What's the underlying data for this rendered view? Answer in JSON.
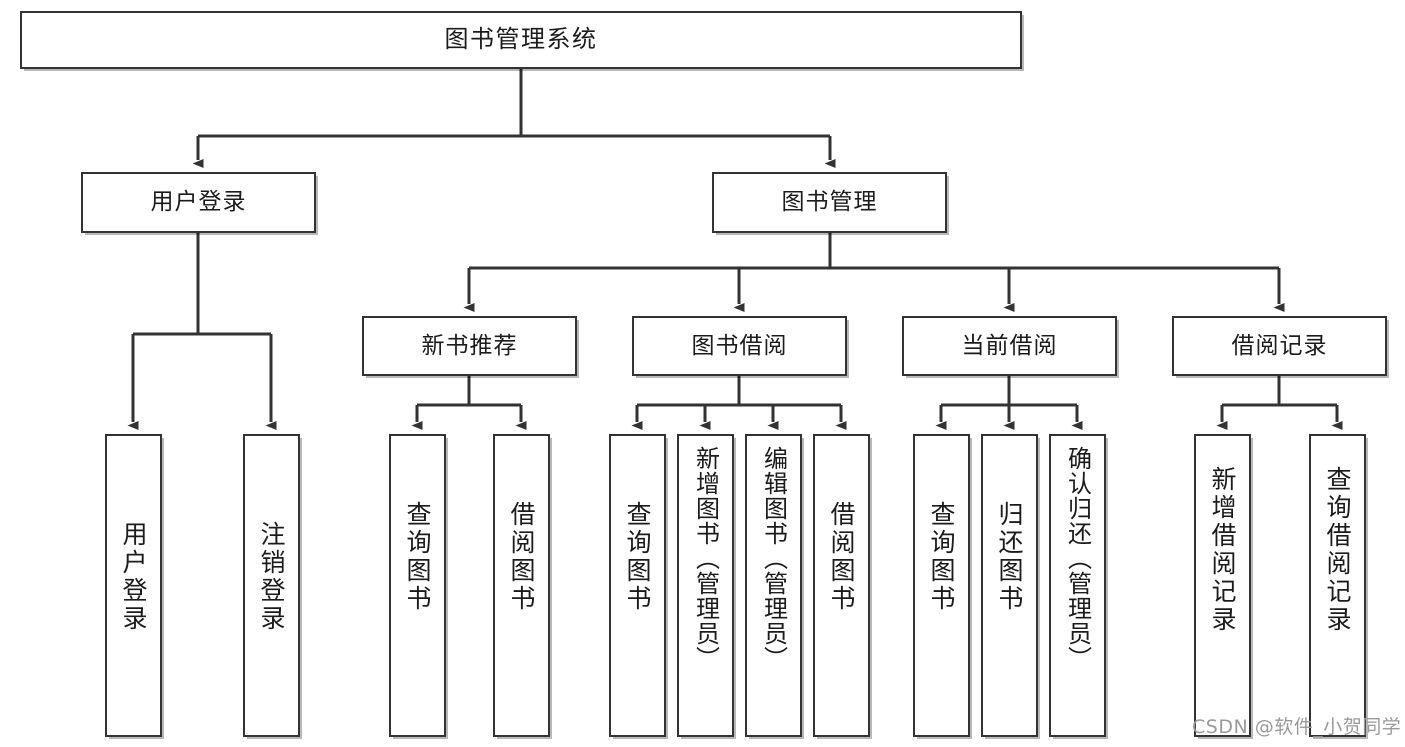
{
  "diagram": {
    "type": "tree-hierarchy",
    "title": "图书管理系统",
    "colors": {
      "box_border": "#333333",
      "box_fill": "#ffffff",
      "edge": "#333333",
      "text": "#1b1b1b",
      "watermark": "#9a9a9a"
    },
    "root": {
      "label": "图书管理系统"
    },
    "level2": [
      {
        "id": "user-login",
        "label": "用户登录"
      },
      {
        "id": "book-management",
        "label": "图书管理"
      }
    ],
    "level3": [
      {
        "id": "new-book-recommend",
        "label": "新书推荐",
        "parent": "book-management"
      },
      {
        "id": "book-borrow",
        "label": "图书借阅",
        "parent": "book-management"
      },
      {
        "id": "current-borrow",
        "label": "当前借阅",
        "parent": "book-management"
      },
      {
        "id": "borrow-record",
        "label": "借阅记录",
        "parent": "book-management"
      }
    ],
    "leaves": [
      {
        "id": "leaf-user-login",
        "label": "用户登录",
        "parent": "user-login"
      },
      {
        "id": "leaf-logout-login",
        "label": "注销登录",
        "parent": "user-login"
      },
      {
        "id": "leaf-query-book-1",
        "label": "查询图书",
        "parent": "new-book-recommend"
      },
      {
        "id": "leaf-borrow-book-1",
        "label": "借阅图书",
        "parent": "new-book-recommend"
      },
      {
        "id": "leaf-query-book-2",
        "label": "查询图书",
        "parent": "book-borrow"
      },
      {
        "id": "leaf-add-book",
        "label": "新增图书（管理员）",
        "parent": "book-borrow"
      },
      {
        "id": "leaf-edit-book",
        "label": "编辑图书（管理员）",
        "parent": "book-borrow"
      },
      {
        "id": "leaf-borrow-book-2",
        "label": "借阅图书",
        "parent": "book-borrow"
      },
      {
        "id": "leaf-query-book-3",
        "label": "查询图书",
        "parent": "current-borrow"
      },
      {
        "id": "leaf-return-book",
        "label": "归还图书",
        "parent": "current-borrow"
      },
      {
        "id": "leaf-confirm-return",
        "label": "确认归还（管理员）",
        "parent": "current-borrow"
      },
      {
        "id": "leaf-add-record",
        "label": "新增借阅记录",
        "parent": "borrow-record"
      },
      {
        "id": "leaf-query-record",
        "label": "查询借阅记录",
        "parent": "borrow-record"
      }
    ],
    "watermark": "CSDN @软件_小贺同学"
  }
}
